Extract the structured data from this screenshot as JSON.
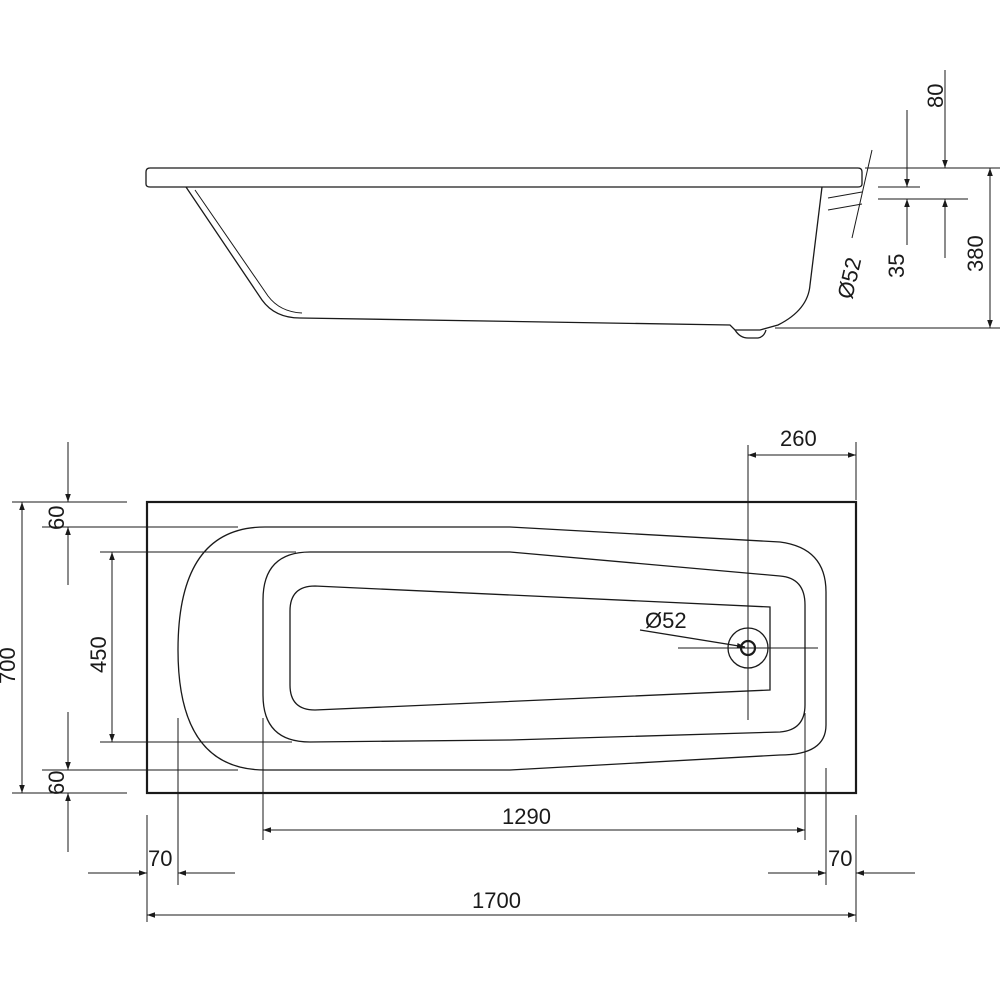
{
  "drawing": {
    "colors": {
      "line": "#1a1a1a",
      "background": "#ffffff"
    },
    "side_view": {
      "dims": {
        "overflow_diameter": "Ø52",
        "rim_offset": "35",
        "rim_thickness": "80",
        "total_height": "380"
      }
    },
    "top_view": {
      "dims": {
        "drain_from_end": "260",
        "drain_diameter": "Ø52",
        "rim_top": "60",
        "inner_width": "450",
        "total_width": "700",
        "rim_bottom": "60",
        "inner_length": "1290",
        "rim_left": "70",
        "rim_right": "70",
        "total_length": "1700"
      }
    }
  }
}
